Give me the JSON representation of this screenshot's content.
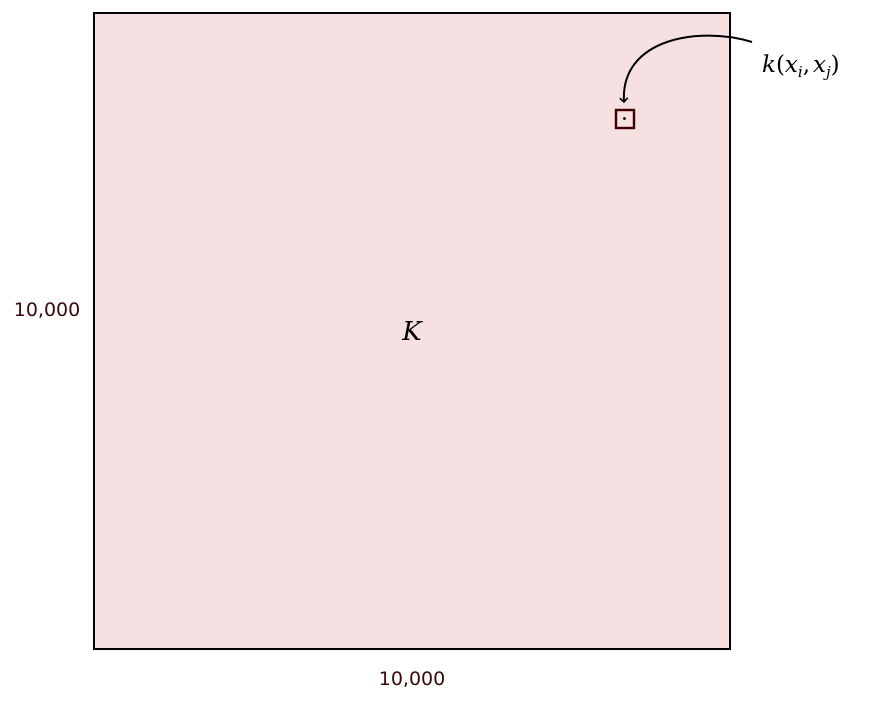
{
  "matrix": {
    "symbol": "K",
    "row_count_label": "10,000",
    "col_count_label": "10,000",
    "fill_color": "#f7e0e1",
    "border_color": "#000000"
  },
  "entry": {
    "func": "k",
    "open_paren": "(",
    "x1": "x",
    "sub1": "i",
    "comma": ",",
    "x2": "x",
    "sub2": "j",
    "close_paren": ")",
    "box_color": "#400000",
    "dot_glyph": "·"
  },
  "label_color": "#3a0a0a"
}
